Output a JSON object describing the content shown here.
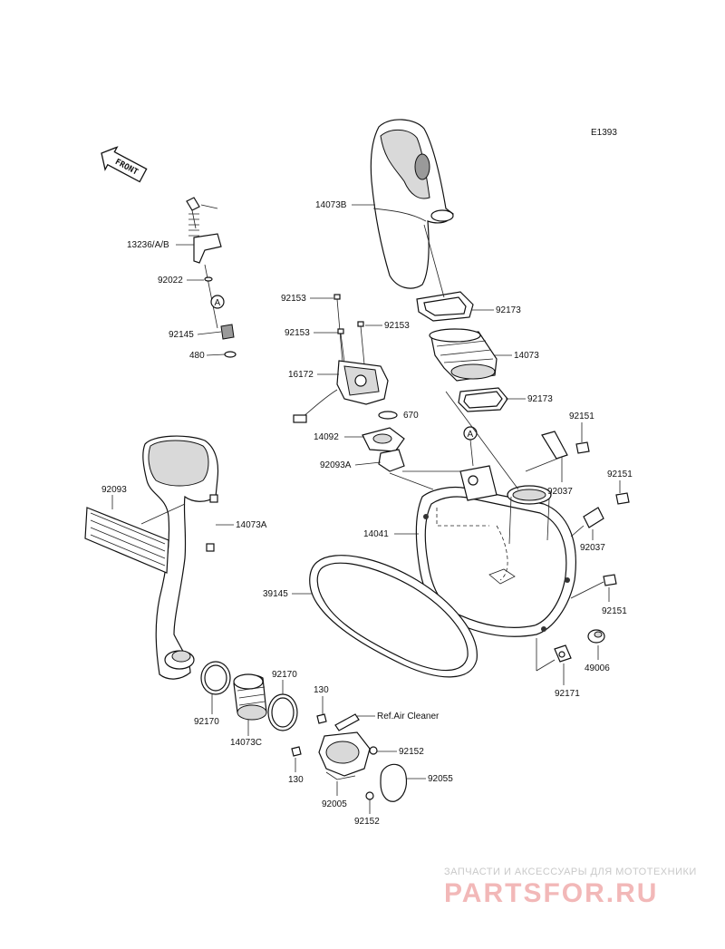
{
  "diagram": {
    "code": "E1393",
    "front_label": "FRONT",
    "ref_text": "Ref.Air Cleaner",
    "callout_symbol": "A",
    "labels": {
      "p14073B": "14073B",
      "p13236": "13236/A/B",
      "p92022": "92022",
      "p92145": "92145",
      "p480": "480",
      "p92153a": "92153",
      "p92153b": "92153",
      "p92153c": "92153",
      "p16172": "16172",
      "p670": "670",
      "p14092": "14092",
      "p92093A": "92093A",
      "p92173a": "92173",
      "p14073": "14073",
      "p92173b": "92173",
      "p92151a": "92151",
      "p92151b": "92151",
      "p92151c": "92151",
      "p92037a": "92037",
      "p92037b": "92037",
      "p14041": "14041",
      "p92093": "92093",
      "p14073A": "14073A",
      "p39145": "39145",
      "p49006": "49006",
      "p92171": "92171",
      "p92170a": "92170",
      "p92170b": "92170",
      "p14073C": "14073C",
      "p130a": "130",
      "p130b": "130",
      "p92152a": "92152",
      "p92152b": "92152",
      "p92055": "92055",
      "p92005": "92005"
    }
  },
  "watermark": {
    "tagline": "ЗАПЧАСТИ И АКСЕССУАРЫ ДЛЯ МОТОТЕХНИКИ",
    "brand": "PARTSFOR.RU"
  }
}
